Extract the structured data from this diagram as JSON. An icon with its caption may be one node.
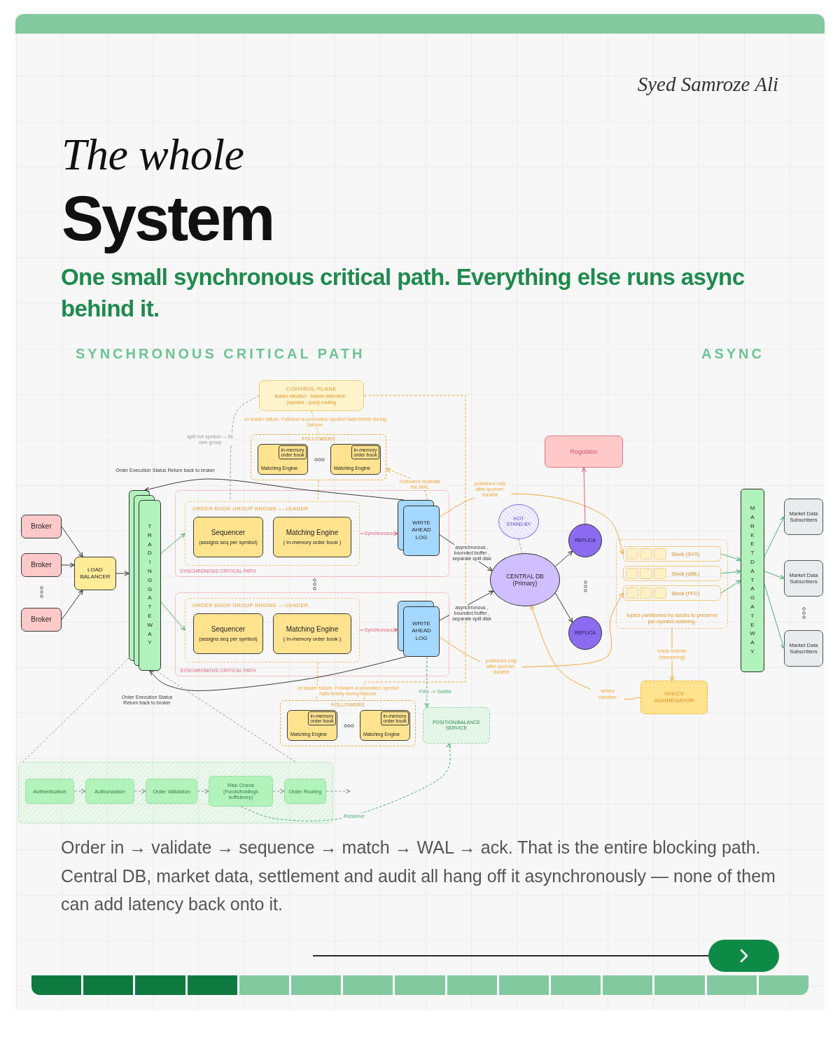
{
  "diagram": {
    "title": "*The whole* System",
    "caption": "Order in → validate → sequence → match → WAL → ack. That is the entire blocking path. Central DB, market data, settlement and audit all hang off it asynchronously — none of them can add latency back onto it.",
    "nodes": [
      {
        "text": [
          "Broker"
        ]
      },
      {
        "text": [
          "Broker"
        ]
      },
      {
        "text": [
          "Broker"
        ]
      },
      {
        "text": [
          "LOAD BALANCER"
        ]
      },
      {
        "text": [
          "TRADING GATEWAY"
        ]
      },
      {
        "text": [
          "CONTROL PLANE",
          "leader election · failure detection · (symbol→pool) routing"
        ]
      },
      {
        "text": [
          "FOLLOWERS"
        ]
      },
      {
        "text": [
          "Matching Engine"
        ],
        "in": 6
      },
      {
        "text": [
          "in-memory order book"
        ],
        "in": 7
      },
      {
        "text": [
          "Matching Engine"
        ],
        "in": 6
      },
      {
        "text": [
          "in-memory order book"
        ],
        "in": 9
      },
      {
        "text": [
          "SYNCHRONOUS CRITICAL PATH"
        ]
      },
      {
        "text": [
          "ORDER BOOK GROUP ENGINE — LEADER"
        ],
        "in": 11
      },
      {
        "text": [
          "Sequencer",
          "(assigns seq per symbol)"
        ],
        "in": 12
      },
      {
        "text": [
          "Matching Engine",
          "( in-memory order book )"
        ],
        "in": 12
      },
      {
        "text": [
          "WRITE AHEAD LOG"
        ],
        "in": 11
      },
      {
        "text": [
          "SYNCHRONOUS CRITICAL PATH"
        ]
      },
      {
        "text": [
          "ORDER BOOK GROUP ENGINE — LEADER"
        ],
        "in": 16
      },
      {
        "text": [
          "Sequencer",
          "(assigns seq per symbol)"
        ],
        "in": 17
      },
      {
        "text": [
          "Matching Engine",
          "( in-memory order book )"
        ],
        "in": 17
      },
      {
        "text": [
          "WRITE AHEAD LOG"
        ],
        "in": 16
      },
      {
        "text": [
          "FOLLOWERS"
        ]
      },
      {
        "text": [
          "Matching Engine"
        ],
        "in": 21
      },
      {
        "text": [
          "in-memory order book"
        ],
        "in": 22
      },
      {
        "text": [
          "Matching Engine"
        ],
        "in": 21
      },
      {
        "text": [
          "in-memory order book"
        ],
        "in": 24
      },
      {
        "text": [
          "Regulator"
        ]
      },
      {
        "text": [
          "HOT STAND-BY"
        ]
      },
      {
        "text": [
          "REPLICA"
        ]
      },
      {
        "text": [
          "CENTRAL DB (Primary)"
        ]
      },
      {
        "text": [
          "REPLICA"
        ]
      },
      {
        "text": [
          "topics partitioned by stocks to preserve per-symbol ordering."
        ]
      },
      {
        "text": [
          "Stock (SYS)"
        ],
        "in": 31
      },
      {
        "text": [
          "Stock (UBL)"
        ],
        "in": 31
      },
      {
        "text": [
          "Stock (FFC)"
        ],
        "in": 31
      },
      {
        "text": [
          "OHLCV AGGREGATOR"
        ]
      },
      {
        "text": [
          "MARKET DATA GATEWAY"
        ]
      },
      {
        "text": [
          "Market Data Subscribers"
        ]
      },
      {
        "text": [
          "Market Data Subscribers"
        ]
      },
      {
        "text": [
          "Market Data Subscribers"
        ]
      },
      {
        "text": [
          "POSITION/BALANCE SERVICE"
        ]
      },
      {
        "text": [],
        "shape": "box"
      },
      {
        "text": [
          "Authentication"
        ],
        "in": 41
      },
      {
        "text": [
          "Authorization"
        ],
        "in": 41
      },
      {
        "text": [
          "Order Validation"
        ],
        "in": 41
      },
      {
        "text": [
          "Risk Check",
          "(Funds/holdings sufficiency)"
        ],
        "in": 41
      },
      {
        "text": [
          "Order Routing"
        ],
        "in": 41
      }
    ],
    "edges": [
      {
        "from": 0,
        "to": 3,
        "arrow": "to"
      },
      {
        "from": 1,
        "to": 3,
        "arrow": "to"
      },
      {
        "from": 2,
        "to": 3,
        "arrow": "to"
      },
      {
        "from": 3,
        "to": 4,
        "arrow": "to"
      },
      {
        "from": 4,
        "to": 12,
        "arrow": "to",
        "color": "#4caf72"
      },
      {
        "from": 4,
        "to": 17,
        "arrow": "to",
        "color": "#4caf72"
      },
      {
        "from": 12,
        "to": 15,
        "arrow": "to",
        "label": "Synchronous",
        "color": "#e0607a"
      },
      {
        "from": 17,
        "to": 20,
        "arrow": "to",
        "label": "Synchronous",
        "color": "#e0607a"
      },
      {
        "from": 15,
        "to": 4,
        "arrow": "to",
        "label": "Order Execution Status Return back to broker"
      },
      {
        "from": 20,
        "to": 4,
        "arrow": "to",
        "label": "Order Execution Status Return back to broker"
      },
      {
        "from": 5,
        "to": 6,
        "arrow": "none",
        "label": "on leader failure, Follower is promoted; symbol halts briefly during failover",
        "style": "dashed",
        "color": "#f0a83c"
      },
      {
        "from": 6,
        "to": 12,
        "arrow": "none",
        "style": "dashed",
        "color": "#f0a83c"
      },
      {
        "from": 5,
        "to": 12,
        "arrow": "none",
        "label": "split hot symbol — its own group",
        "style": "dashed",
        "color": "#9a9a9a"
      },
      {
        "from": 15,
        "to": 6,
        "arrow": "to",
        "label": "Followers replicate the WAL",
        "style": "dashed",
        "color": "#f0a83c"
      },
      {
        "from": 5,
        "to": 21,
        "arrow": "none",
        "label": "on leader failure, Follower is promoted; symbol halts briefly during failover",
        "style": "dashed",
        "color": "#f0a83c"
      },
      {
        "from": 17,
        "to": 21,
        "arrow": "none",
        "style": "dashed",
        "color": "#f0a83c"
      },
      {
        "from": 15,
        "to": 29,
        "arrow": "to",
        "label": "asynchronous , bounded buffer , separate spill disk"
      },
      {
        "from": 20,
        "to": 29,
        "arrow": "to",
        "label": "asynchronous , bounded buffer , separate spill disk"
      },
      {
        "from": 15,
        "to": 32,
        "arrow": "to",
        "label": "published only after quorum-durable",
        "color": "#f0a83c"
      },
      {
        "from": 20,
        "to": 34,
        "arrow": "to",
        "label": "published only after quorum-durable",
        "color": "#f0a83c"
      },
      {
        "from": 27,
        "to": 29,
        "arrow": "none",
        "style": "dashed",
        "color": "#9a9a9a"
      },
      {
        "from": 29,
        "to": 28,
        "arrow": "to"
      },
      {
        "from": 29,
        "to": 30,
        "arrow": "to"
      },
      {
        "from": 28,
        "to": 26,
        "arrow": "to",
        "color": "#e0607a"
      },
      {
        "from": 31,
        "to": 35,
        "arrow": "to",
        "label": "trade events (streaming)",
        "color": "#f0a83c"
      },
      {
        "from": 35,
        "to": 29,
        "arrow": "to",
        "label": "writes candles",
        "color": "#f0a83c"
      },
      {
        "from": 32,
        "to": 36,
        "arrow": "to",
        "color": "#4caf72"
      },
      {
        "from": 33,
        "to": 36,
        "arrow": "to",
        "color": "#4caf72"
      },
      {
        "from": 34,
        "to": 36,
        "arrow": "to",
        "color": "#4caf72"
      },
      {
        "from": 36,
        "to": 37,
        "arrow": "to",
        "color": "#4caf72"
      },
      {
        "from": 36,
        "to": 38,
        "arrow": "to",
        "color": "#4caf72"
      },
      {
        "from": 36,
        "to": 39,
        "arrow": "to",
        "color": "#4caf72"
      },
      {
        "from": 20,
        "to": 40,
        "arrow": "to",
        "label": "Fills -> Settle",
        "style": "dashed",
        "color": "#4caf72"
      },
      {
        "from": 45,
        "to": 40,
        "arrow": "to",
        "label": "Reserve",
        "style": "dashed",
        "color": "#4caf72"
      },
      {
        "from": 4,
        "to": 41,
        "arrow": "none",
        "style": "dashed",
        "color": "#9a9a9a"
      },
      {
        "from": 4,
        "to": 41,
        "arrow": "none",
        "style": "dashed",
        "color": "#9a9a9a"
      },
      {
        "from": 42,
        "to": 43,
        "arrow": "to",
        "style": "dashed",
        "color": "#9a9a9a"
      },
      {
        "from": 43,
        "to": 44,
        "arrow": "to",
        "style": "dashed",
        "color": "#9a9a9a"
      },
      {
        "from": 44,
        "to": 45,
        "arrow": "to",
        "style": "dashed",
        "color": "#9a9a9a"
      },
      {
        "from": 45,
        "to": 46,
        "arrow": "to",
        "style": "dashed",
        "color": "#9a9a9a"
      },
      {
        "from": 46,
        "to": null,
        "arrow": "to",
        "style": "dashed",
        "color": "#9a9a9a"
      }
    ],
    "labels": [
      "Syed Samroze Ali",
      "One small synchronous critical path. Everything else runs async behind it.",
      "SYNCHRONOUS CRITICAL PATH",
      "ASYNC"
    ]
  }
}
